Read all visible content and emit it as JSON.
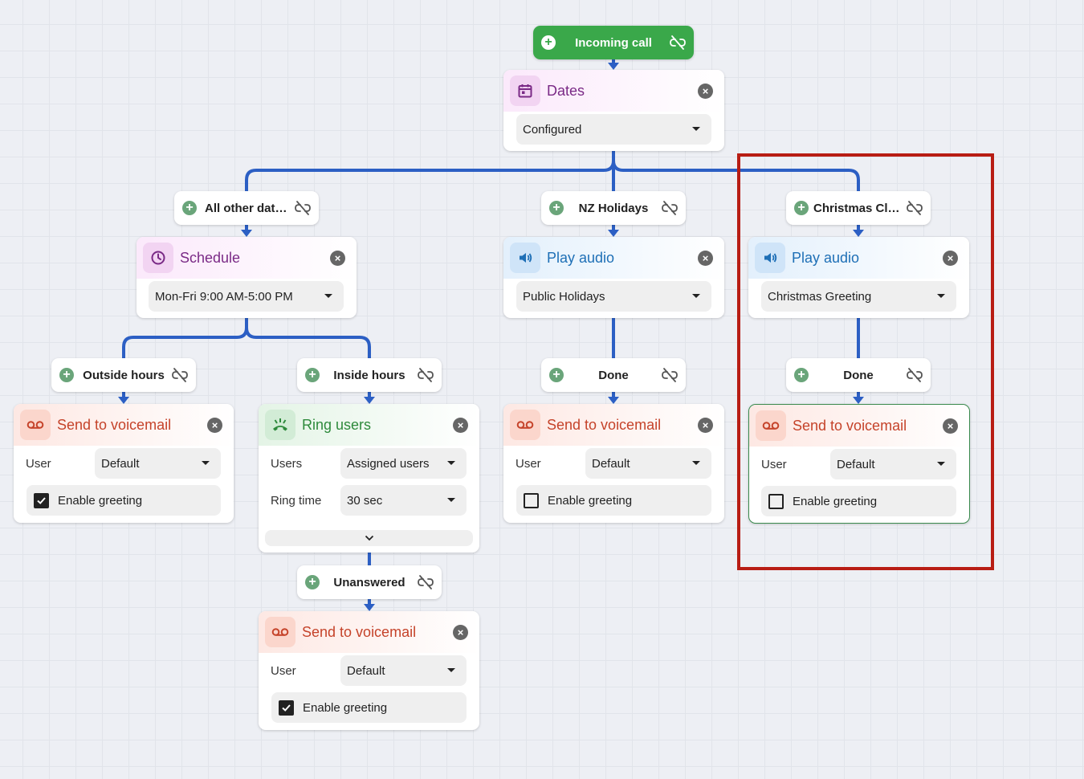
{
  "colors": {
    "connector": "#2c5fc4",
    "highlight": "#b81d14",
    "green": "#3aa84a",
    "voicemail": "#c5432a",
    "audio": "#1e6fb6",
    "purple": "#7a2a86"
  },
  "start": {
    "label": "Incoming call",
    "icon": "plus-circle-icon",
    "unlink_icon": "unlink-icon"
  },
  "dates": {
    "title": "Dates",
    "icon": "calendar-icon",
    "value": "Configured"
  },
  "branches": {
    "all_other_dates": "All other dates",
    "nz_holidays": "NZ Holidays",
    "christmas": "Christmas Clo…",
    "outside_hours": "Outside hours",
    "inside_hours": "Inside hours",
    "done_nz": "Done",
    "done_christmas": "Done",
    "unanswered": "Unanswered"
  },
  "schedule": {
    "title": "Schedule",
    "icon": "clock-icon",
    "value": "Mon-Fri 9:00 AM-5:00 PM"
  },
  "play_audio_nz": {
    "title": "Play audio",
    "icon": "speaker-icon",
    "value": "Public Holidays"
  },
  "play_audio_christmas": {
    "title": "Play audio",
    "icon": "speaker-icon",
    "value": "Christmas Greeting"
  },
  "ring_users": {
    "title": "Ring users",
    "icon": "ringing-phone-icon",
    "users_label": "Users",
    "users_value": "Assigned users",
    "ring_time_label": "Ring time",
    "ring_time_value": "30 sec"
  },
  "voicemail_outside": {
    "title": "Send to voicemail",
    "icon": "voicemail-icon",
    "user_label": "User",
    "user_value": "Default",
    "greeting_label": "Enable greeting",
    "greeting_checked": true
  },
  "voicemail_nz": {
    "title": "Send to voicemail",
    "icon": "voicemail-icon",
    "user_label": "User",
    "user_value": "Default",
    "greeting_label": "Enable greeting",
    "greeting_checked": false
  },
  "voicemail_christmas": {
    "title": "Send to voicemail",
    "icon": "voicemail-icon",
    "user_label": "User",
    "user_value": "Default",
    "greeting_label": "Enable greeting",
    "greeting_checked": false
  },
  "voicemail_unanswered": {
    "title": "Send to voicemail",
    "icon": "voicemail-icon",
    "user_label": "User",
    "user_value": "Default",
    "greeting_label": "Enable greeting",
    "greeting_checked": true
  }
}
